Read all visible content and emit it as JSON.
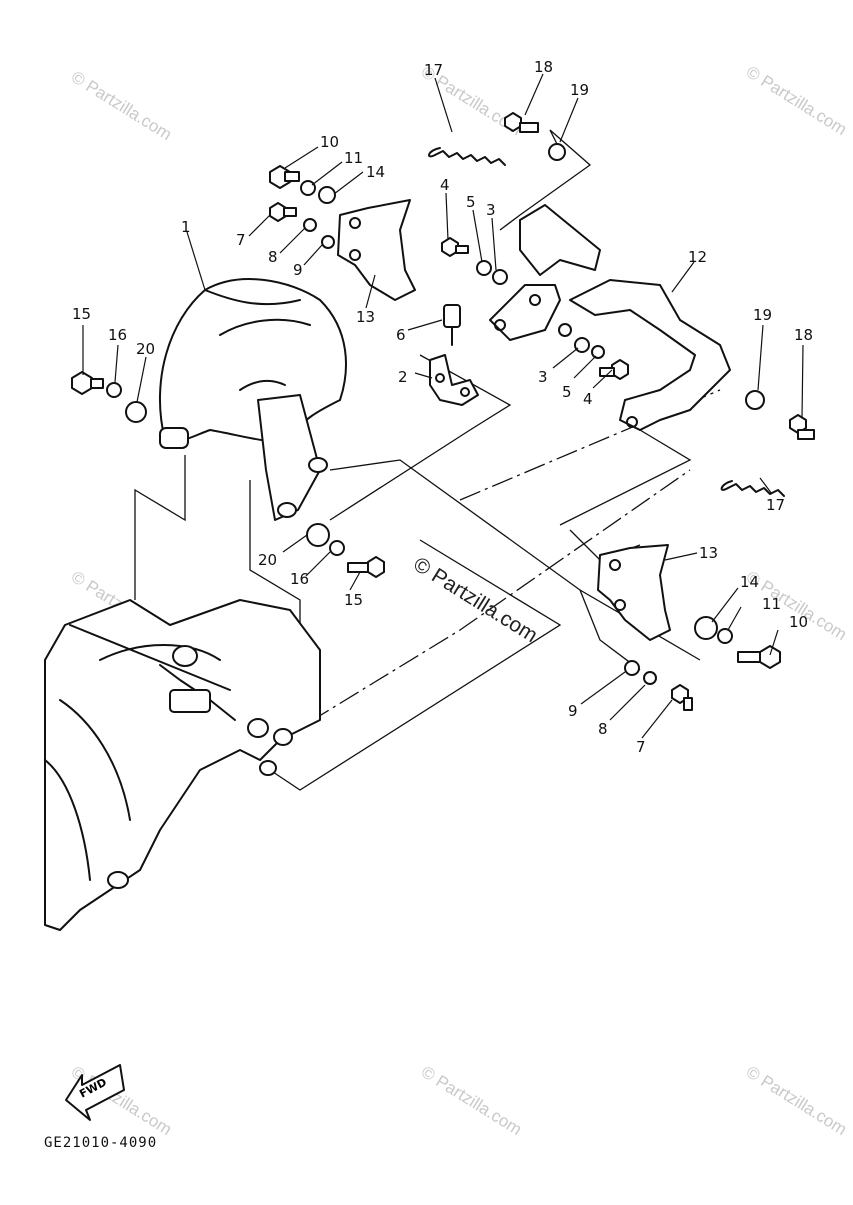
{
  "diagram": {
    "part_code": "GE21010-4090",
    "fwd_label": "FWD",
    "watermark_text": "© Partzilla.com",
    "callouts": {
      "c1": "1",
      "c2": "2",
      "c3a": "3",
      "c3b": "3",
      "c4a": "4",
      "c4b": "4",
      "c5a": "5",
      "c5b": "5",
      "c6": "6",
      "c7a": "7",
      "c7b": "7",
      "c8a": "8",
      "c8b": "8",
      "c9a": "9",
      "c9b": "9",
      "c10a": "10",
      "c10b": "10",
      "c11a": "11",
      "c11b": "11",
      "c12": "12",
      "c13a": "13",
      "c13b": "13",
      "c14a": "14",
      "c14b": "14",
      "c15a": "15",
      "c15b": "15",
      "c16a": "16",
      "c16b": "16",
      "c17a": "17",
      "c17b": "17",
      "c18a": "18",
      "c18b": "18",
      "c19a": "19",
      "c19b": "19",
      "c20a": "20",
      "c20b": "20"
    }
  },
  "colors": {
    "ink": "#111111",
    "watermark": "#c9c9c9",
    "background": "#ffffff"
  }
}
